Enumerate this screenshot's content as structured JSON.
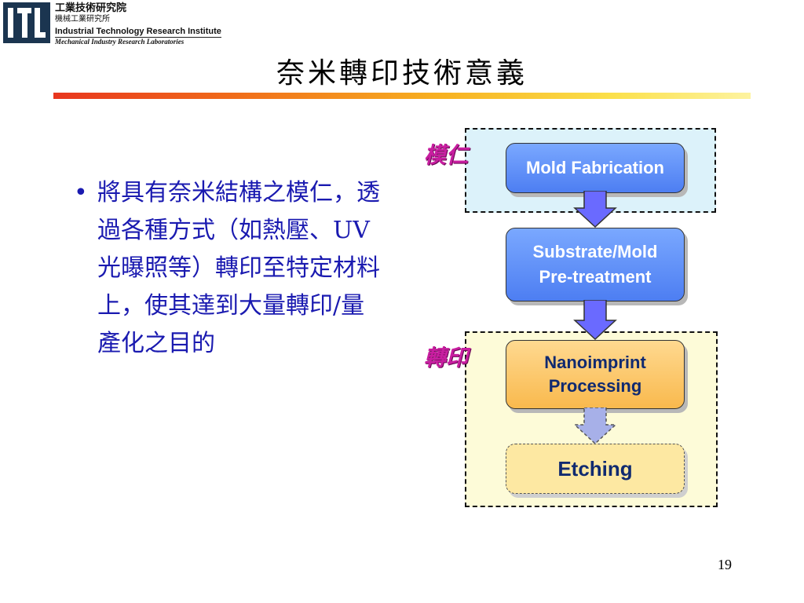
{
  "header": {
    "org_zh_1": "工業技術研究院",
    "org_zh_2": "機械工業研究所",
    "org_en_1": "Industrial Technology Research Institute",
    "org_en_2": "Mechanical Industry Research Laboratories",
    "logo_icon": "itri-logo-icon"
  },
  "title": "奈米轉印技術意義",
  "bullet": {
    "marker": "•",
    "text": "將具有奈米結構之模仁，透過各種方式（如熱壓、UV光曝照等）轉印至特定材料上，使其達到大量轉印/量產化之目的"
  },
  "diagram": {
    "groups": [
      {
        "label": "模仁"
      },
      {
        "label": "轉印"
      }
    ],
    "steps": [
      {
        "lines": [
          "Mold Fabrication"
        ]
      },
      {
        "lines": [
          "Substrate/Mold",
          "Pre-treatment"
        ]
      },
      {
        "lines": [
          "Nanoimprint",
          "Processing"
        ]
      },
      {
        "lines": [
          "Etching"
        ]
      }
    ]
  },
  "page_number": "19",
  "colors": {
    "bullet_text": "#1a1ab0",
    "group_label": "#c81ea0",
    "step_blue": "#4d7ef2",
    "step_orange": "#f9b94d",
    "arrow_solid": "#6a6aff",
    "arrow_faded": "#a7b0e8"
  }
}
